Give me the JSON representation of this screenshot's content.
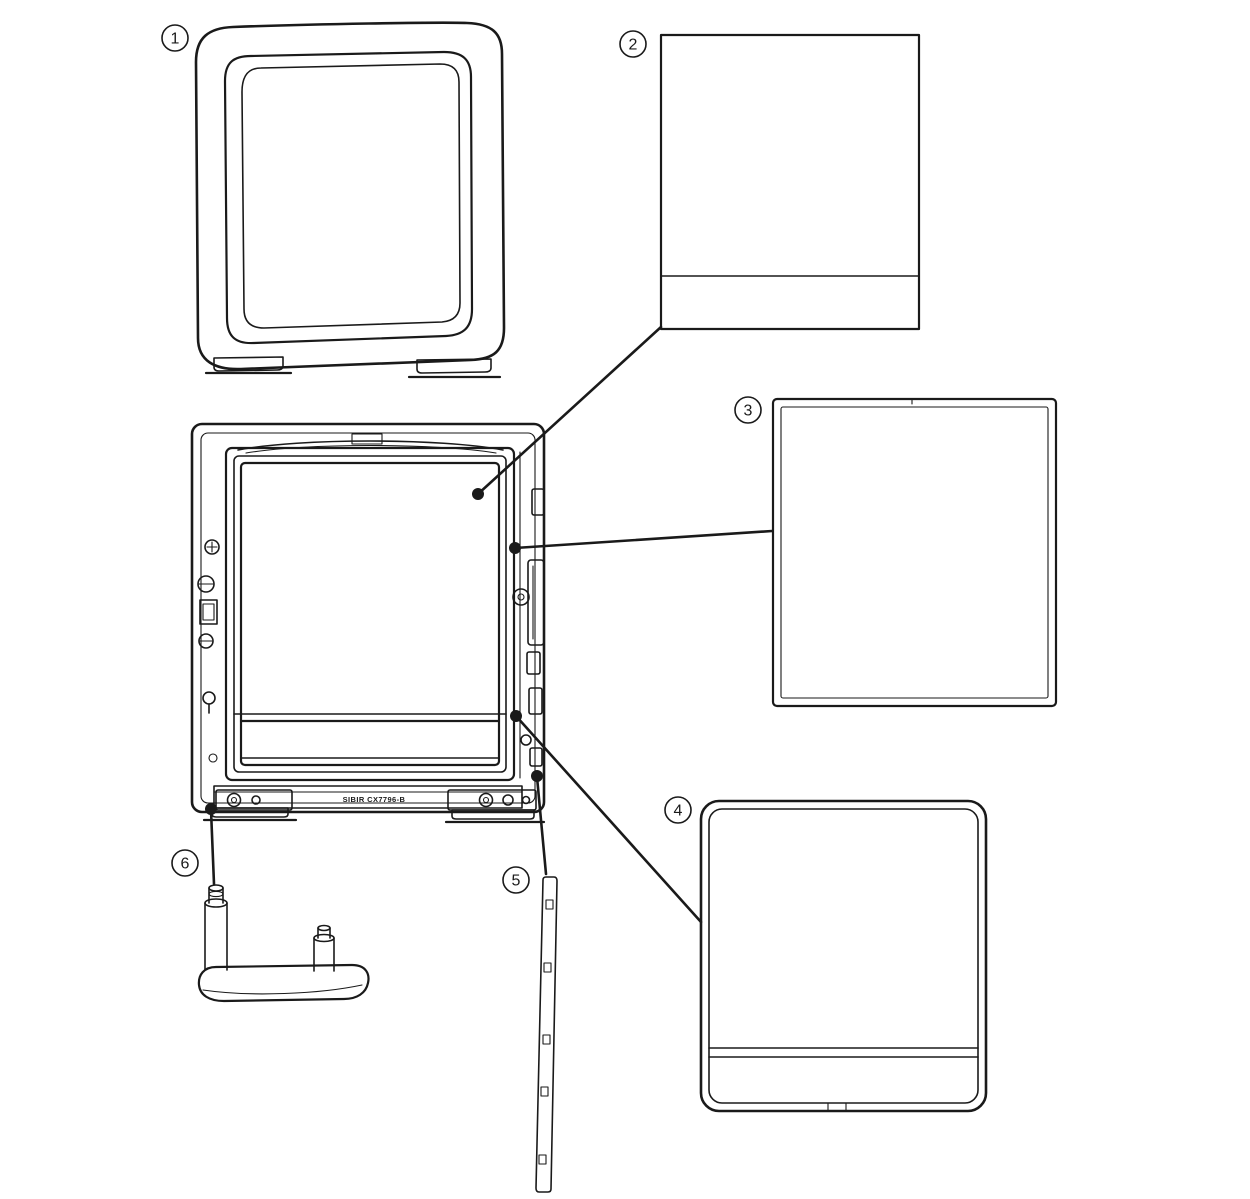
{
  "diagram": {
    "background": "#ffffff",
    "line_color": "#1a1a1a",
    "assembly_label": "SIBIR CX7796-B",
    "callouts": [
      "1",
      "2",
      "3",
      "4",
      "5",
      "6"
    ]
  }
}
